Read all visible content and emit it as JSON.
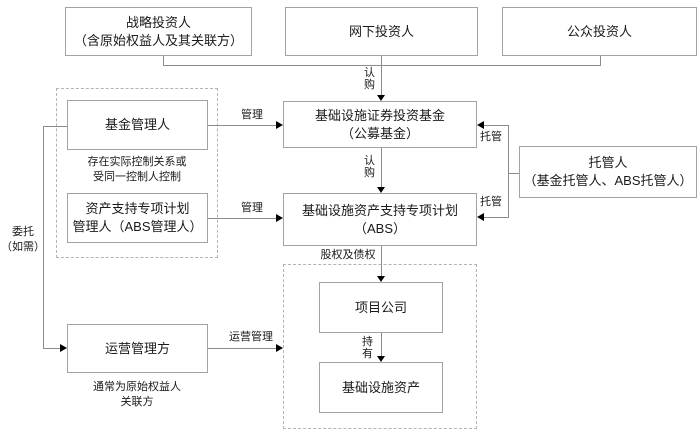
{
  "diagram": {
    "nodes": {
      "strategic_investors": {
        "lines": [
          "战略投资人",
          "（含原始权益人及其关联方）"
        ]
      },
      "offline_investors": {
        "lines": [
          "网下投资人"
        ]
      },
      "public_investors": {
        "lines": [
          "公众投资人"
        ]
      },
      "public_fund": {
        "lines": [
          "基础设施证券投资基金",
          "（公募基金）"
        ]
      },
      "abs_plan": {
        "lines": [
          "基础设施资产支持专项计划",
          "（ABS）"
        ]
      },
      "custodian": {
        "lines": [
          "托管人",
          "（基金托管人、ABS托管人）"
        ]
      },
      "fund_manager": {
        "lines": [
          "基金管理人"
        ]
      },
      "abs_manager": {
        "lines": [
          "资产支持专项计划",
          "管理人（ABS管理人）"
        ]
      },
      "operation_manager": {
        "lines": [
          "运营管理方"
        ]
      },
      "project_company": {
        "lines": [
          "项目公司"
        ]
      },
      "infrastructure_asset": {
        "lines": [
          "基础设施资产"
        ]
      }
    },
    "edge_labels": {
      "subscribe_top": "认购",
      "subscribe_middle": "认购",
      "manage_fund": "管理",
      "manage_abs": "管理",
      "custody_fund": "托管",
      "custody_abs": "托管",
      "equity_and_debt": "股权及债权",
      "hold": "持有",
      "operation_manage": "运营管理",
      "entrust": {
        "lines": [
          "委托",
          "（如需）"
        ]
      }
    },
    "notes": {
      "control_relationship": {
        "lines": [
          "存在实际控制关系或",
          "受同一控制人控制"
        ]
      },
      "operator_affiliate": {
        "lines": [
          "通常为原始权益人",
          "关联方"
        ]
      }
    },
    "colors": {
      "box_border": "#a3a3a3",
      "dashed_border": "#b3b3b3",
      "connector_line": "#8c8c8c",
      "arrowhead": "#000000",
      "text": "#1a1a1a",
      "background": "#ffffff"
    }
  }
}
